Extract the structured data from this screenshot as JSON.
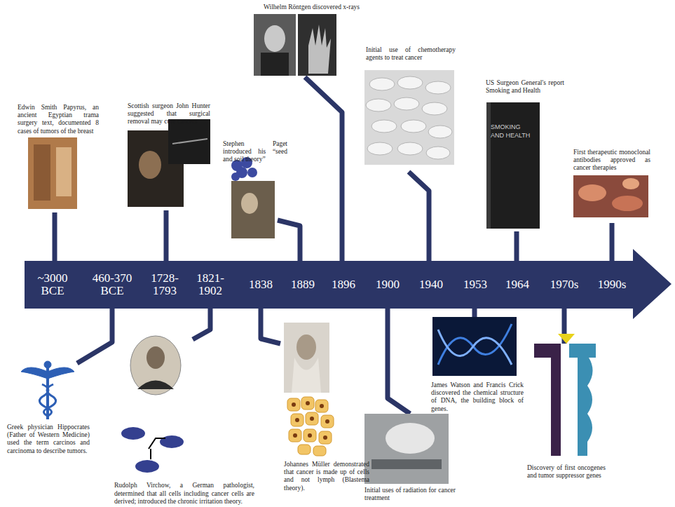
{
  "diagram": {
    "nodes": [
      {
        "text": [
          "~3000 BCE",
          "460-370 BCE",
          "1728-1793",
          "1821-1902",
          "1838",
          "1889",
          "1896",
          "1900",
          "1940",
          "1953",
          "1964",
          "1970s",
          "1990s"
        ]
      }
    ],
    "labels": [
      "Edwin Smith Papyrus, an ancient Egyptian trama surgery text, documented 8 cases of tumors of the breast",
      "Scottish surgeon John Hunter suggested that surgical removal may cure cancers",
      "Stephen Paget introduced his “seed and soil theory”",
      "Wilhelm Röntgen discovered x-rays",
      "Initial use of chemotherapy agents to treat cancer",
      "US Surgeon General's report Smoking and Health",
      "First therapeutic monoclonal antibodies approved as cancer therapies",
      "Greek physician Hippocrates (Father of Western Medicine) used the term carcinos and carcinoma to describe tumors.",
      "Rudolph Virchow, a German pathologist, determined that all cells including cancer cells are derived; introduced the chronic irritation theory.",
      "Johannes Müller demonstrated that cancer is made up of cells and not lymph (Blastema theory).",
      "Initial uses of radiation for cancer treatment",
      "James Watson and Francis Crick discovered the chemical structure of DNA, the building block of genes.",
      "Discovery of first oncogenes and tumor suppressor genes",
      "SMOKING AND HEALTH"
    ]
  }
}
